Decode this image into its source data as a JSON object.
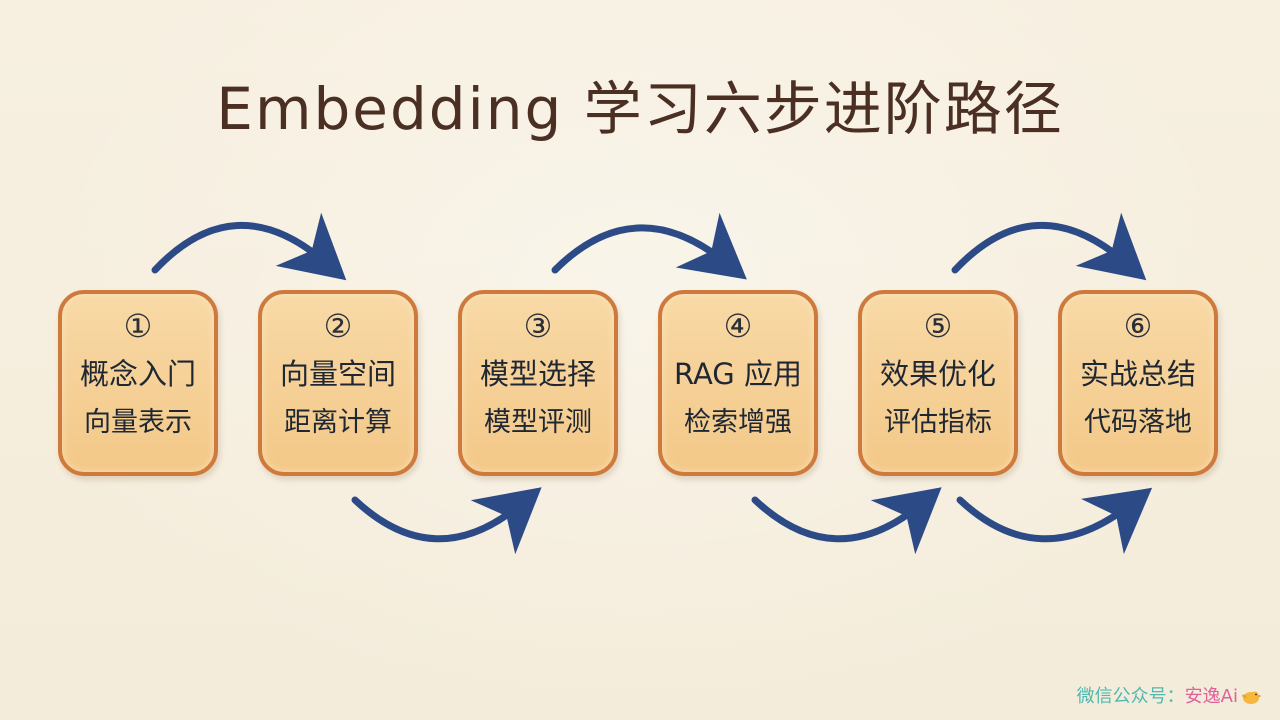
{
  "title": "Embedding 学习六步进阶路径",
  "steps": [
    {
      "number": "①",
      "line1": "概念入门",
      "line2": "向量表示"
    },
    {
      "number": "②",
      "line1": "向量空间",
      "line2": "距离计算"
    },
    {
      "number": "③",
      "line1": "模型选择",
      "line2": "模型评测"
    },
    {
      "number": "④",
      "line1": "RAG 应用",
      "line2": "检索增强"
    },
    {
      "number": "⑤",
      "line1": "效果优化",
      "line2": "评估指标"
    },
    {
      "number": "⑥",
      "line1": "实战总结",
      "line2": "代码落地"
    }
  ],
  "watermark": {
    "prefix": "微信公众号：",
    "name": "安逸Ai"
  },
  "colors": {
    "background": "#f6efdf",
    "title": "#4a2f22",
    "card_fill": "#f6d19a",
    "card_border": "#cf7a3d",
    "arrow": "#2c4a86",
    "watermark_prefix": "#4fb8b0",
    "watermark_name": "#e0609a"
  }
}
